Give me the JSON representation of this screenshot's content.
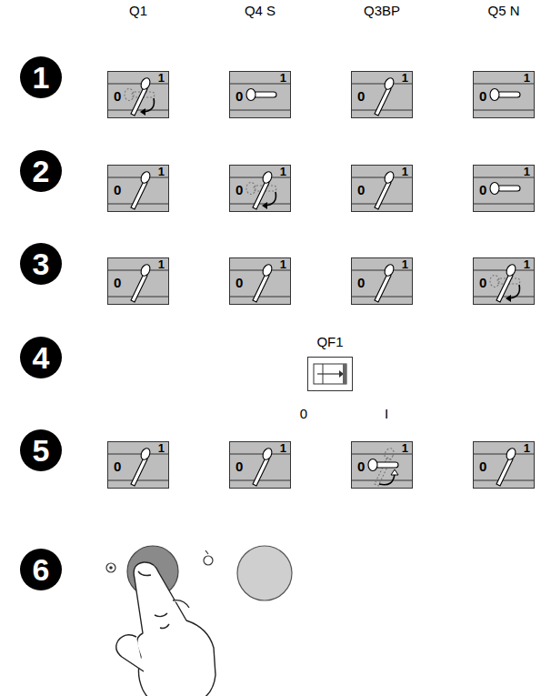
{
  "diagram": {
    "nodes": [
      {
        "text": [
          "1"
        ]
      },
      {
        "text": [
          "0",
          "1"
        ]
      },
      {
        "text": [
          "0",
          "1"
        ]
      },
      {
        "text": [
          "0",
          "1"
        ]
      },
      {
        "text": [
          "0",
          "1"
        ]
      },
      {
        "text": [
          "2"
        ]
      },
      {
        "text": [
          "0",
          "1"
        ]
      },
      {
        "text": [
          "0",
          "1"
        ]
      },
      {
        "text": [
          "0",
          "1"
        ]
      },
      {
        "text": [
          "0",
          "1"
        ]
      },
      {
        "text": [
          "3"
        ]
      },
      {
        "text": [
          "0",
          "1"
        ]
      },
      {
        "text": [
          "0",
          "1"
        ]
      },
      {
        "text": [
          "0",
          "1"
        ]
      },
      {
        "text": [
          "0",
          "1"
        ]
      },
      {
        "text": [
          "4"
        ]
      },
      {
        "text": [
          "QF1"
        ]
      },
      {
        "text": [
          "5"
        ]
      },
      {
        "text": [
          "0",
          "1"
        ]
      },
      {
        "text": [
          "0",
          "1"
        ]
      },
      {
        "text": [
          "0",
          "1"
        ]
      },
      {
        "text": [
          "0",
          "1"
        ]
      },
      {
        "text": [
          "6"
        ]
      }
    ],
    "labels": [
      "Q1",
      "Q4 S",
      "Q3BP",
      "Q5 N",
      "0",
      "I"
    ]
  }
}
